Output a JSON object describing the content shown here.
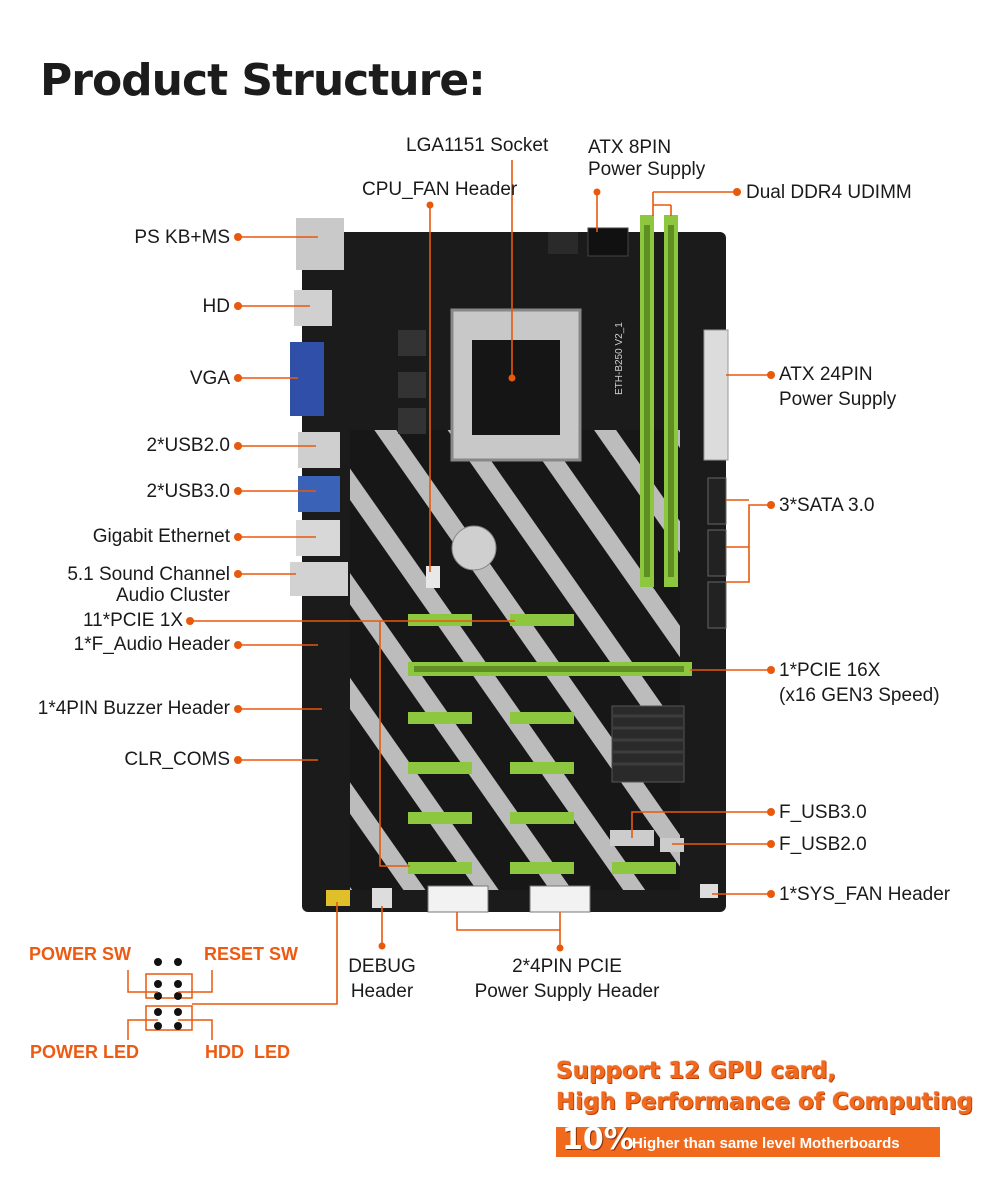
{
  "title": "Product Structure:",
  "board_model": "ETH-B250 V2_1",
  "labels_top": {
    "lga": "LGA1151 Socket",
    "atx8_line1": "ATX 8PIN",
    "atx8_line2": "Power Supply",
    "cpu_fan": "CPU_FAN Header",
    "ddr4": "Dual DDR4 UDIMM"
  },
  "labels_left": {
    "ps2": "PS KB+MS",
    "hd": "HD",
    "vga": "VGA",
    "usb2": "2*USB2.0",
    "usb3": "2*USB3.0",
    "ethernet": "Gigabit Ethernet",
    "sound_line1": "5.1 Sound Channel",
    "sound_line2": "Audio Cluster",
    "pcie1x": "11*PCIE 1X",
    "faudio": "1*F_Audio Header",
    "buzzer": "1*4PIN Buzzer Header",
    "clr": "CLR_COMS"
  },
  "labels_right": {
    "atx24_line1": "ATX 24PIN",
    "atx24_line2": "Power Supply",
    "sata": "3*SATA 3.0",
    "pcie16_line1": "1*PCIE 16X",
    "pcie16_line2": "(x16 GEN3 Speed)",
    "fusb3": "F_USB3.0",
    "fusb2": "F_USB2.0",
    "sysfan": "1*SYS_FAN Header"
  },
  "labels_bottom": {
    "debug_line1": "DEBUG",
    "debug_line2": "Header",
    "pcie_power_line1": "2*4PIN PCIE",
    "pcie_power_line2": "Power Supply Header"
  },
  "panel_header": {
    "power_sw": "POWER SW",
    "reset_sw": "RESET SW",
    "power_led": "POWER LED",
    "hdd_led": "HDD  LED"
  },
  "promo": {
    "line1": "Support 12 GPU card,",
    "line2": "High Performance of Computing",
    "percent": "10%",
    "tagline": "Higher than same level Motherboards"
  },
  "colors": {
    "accent_orange": "#e8590c",
    "board": "#1a1a1a",
    "slot_green": "#8dc63f"
  }
}
